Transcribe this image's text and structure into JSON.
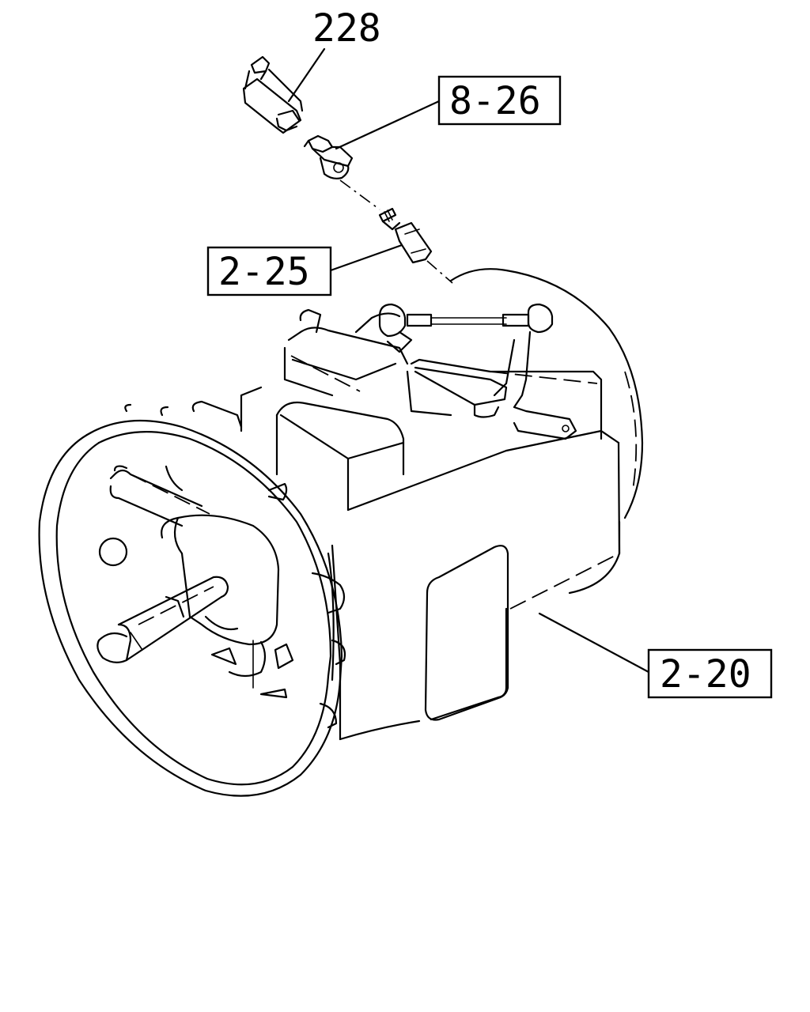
{
  "callouts": {
    "part_228": "228",
    "part_8_26": "8-26",
    "part_2_25": "2-25",
    "part_2_20": "2-20"
  }
}
